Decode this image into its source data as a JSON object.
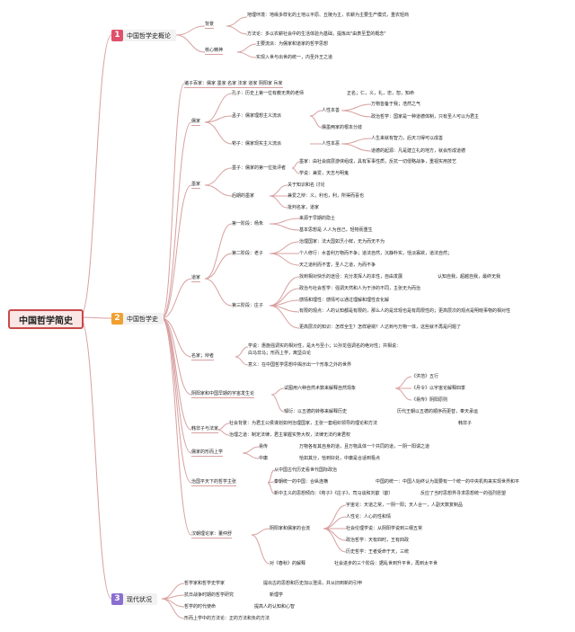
{
  "title": "中国哲学简史",
  "sections": [
    {
      "num": "1",
      "label": "中国哲学史概论",
      "color": "#e0506a"
    },
    {
      "num": "2",
      "label": "中国哲学史",
      "color": "#f0a030"
    },
    {
      "num": "3",
      "label": "现代状况",
      "color": "#8a6fd0"
    }
  ],
  "s1": {
    "beijing": "背景",
    "dili": "地理环境：地缘多样化的土地以平原、丘陵为主，农耕为主要生产模式，重农轻商",
    "fangfa": "方法论：多以农耕社会中的生活体验为基础，提炼出\"由表至里的概念\"",
    "hexin": "核心精神",
    "zhuyao": "主要流派：为儒家和道家的哲学思想",
    "shixian": "实现入世与出世的统一，内圣外王之道"
  },
  "s2": {
    "zhuzi": "诸子百家：儒家 墨家 名家 法家 道家 阴阳家 兵家",
    "rujia": {
      "label": "儒家",
      "kongzi": "孔子：历史上第一位有教无类的老师",
      "kongzi_de": "正名；仁，义，礼，忠，恕，知命",
      "mengzi": "孟子：儒家理想主义流派",
      "xing_shan": "人性本善",
      "wanwu": "万物皆备于我；浩然之气",
      "zhengzhi": "政治哲学：国家是一种道德体制，只有圣人可以为君主",
      "liangpai": "儒墨两家的根本分歧",
      "xunzi": "荀子：儒家现实主义流派",
      "xing_e": "人性本恶",
      "ren_you": "人生来就有智力，后天习得可以成善",
      "daode": "道德的起源：凡是建立礼的地方，就会形成道德"
    },
    "mojia": {
      "label": "墨家",
      "mozi": "墨子：儒家的第一位批评者",
      "mozi_1": "墨家：由社会底层游侠组成，具有军事性质，反抗一切侵略战争，重视实用技艺",
      "mozi_2": "学说：兼爱，天志与明鬼",
      "houqi": "后期的墨家",
      "houqi_1": "关于知识和名 讨论",
      "houqi_2": "兼爱之辩：义，利也，利，所得而喜也",
      "houqi_3": "批判名家，道家"
    },
    "daojia": {
      "label": "道家",
      "yang_title": "第一阶段：杨朱",
      "yang_1": "来源于早期的隐士",
      "yang_2": "基本思想是 人人为自己，轻物而重生",
      "lao_title": "第二阶段：老子",
      "lao_1": "治理国家：法大国如烹小鲜，无为而无不为",
      "lao_2": "个人修行：水善利万物而不争；道法自然，沉静朴实，恬淡寡欲，道法自然；",
      "lao_3": "天之道利而不害，圣人之道，为而不争",
      "zhuang_title": "第三阶段：庄子",
      "zhuang_1": "找到相对快乐的途径：充分发挥人的本性，自由发展",
      "zhuang_1b": "认知自我，超越自我，最终无我",
      "zhuang_2": "政治与社会哲学：强调天然和人为于涉的不同，主张无为而治",
      "zhuang_3": "感情和理性：感情可以通过理解和理性去化解",
      "zhuang_4": "有限的观点：人的认知都是有限的，那么人的是非观也是有局限性的；更高层次的观点是明晓事物的相对性",
      "zhuang_5": "更高层次的知识：怎样全生？怎样避祸？人达到与万物一体，这些就不再是问题了"
    },
    "mingjia": {
      "label": "名家；辩者",
      "xueshuo": "学说：惠施强调实的相对性，是大与至小；公孙龙强调名的绝对性；共相说：",
      "xueshuo_2": "白马非马；形而上学，离坚白论",
      "yiyi": "意义：在中国哲学思想中揭示出一个形象之外的世界"
    },
    "yinyang": {
      "label": "阴阳家和中国早期的宇宙发生论",
      "shijue": "试图用六种自然术数来解释自然现象",
      "hongfan": "《洪范》五行",
      "yueling": "《月令》以宇宙论解释四季",
      "yijing": "《易传》阴阳原则",
      "zouyan": "邹衍：以五德的转移来解释历史",
      "zouyan_b": "历代王朝以五德的顺序而更替，奉天承运"
    },
    "hanfei": {
      "label": "韩非子与法家",
      "shehui": "社会背景：为君主公侯谋划如何治理国家，主张一套组织领导的理论和方法",
      "hanfei": "韩非子",
      "zhili": "治理之道：制定法律，君主掌握实势大权，法律无法约束君权"
    },
    "xingershang": {
      "label": "儒家的形而上学",
      "yizhuan": "易传",
      "yizhuan_b": "万物各有其自身的道，且万物具体一个共同的道，一阴一阳谓之道",
      "zhongyong": "中庸",
      "zhongyong_b": "恰如其分，恰到好处，中庸是合适到极点"
    },
    "zhiguo": {
      "label": "治国平天下的哲学主张",
      "zhiguo_1": "从中国古代历史看世代国际政治",
      "qin": "秦朝统一的中国：合纵连横",
      "qin_b": "中国的统一：中国人始终认为需要有一个统一的中央机构来实现世界和平",
      "xin": "新中主义的思想倾向：《荀子》《庄子》，司马谈和刘歆（歆）",
      "xin_b": "反应了当时思想界寻求思想统一的强烈愿望"
    },
    "dongzhongshu": {
      "label": "汉朝理论家：董仲舒",
      "yinyang_he": "阴阳家和儒家的合流",
      "yuzhou": "宇宙论：天道之常，一阴一阳；天人合一，人副天数复制品",
      "renxing": "人性论：人心的性和情",
      "shehui_z": "社会伦理学说：从阴阳学说到三纲五常",
      "zhengzhi_z": "政治哲学：天有四时，王有四政",
      "lishi": "历史哲学：王者受命于天，三统",
      "chunqiu": "对《春秋》的解释",
      "chunqiu_b": "社会进步的三个阶段：据乱世到升平世，再到太平世"
    }
  },
  "s3": {
    "a": "哲学家和哲学史学家",
    "a_b": "提出古的思想和历史加以澄清，并从旧到新的引申",
    "b": "抗日战争时期的哲学研究",
    "b_b": "新理学",
    "c": "哲学的时代使命",
    "c_b": "提高人的认知和心智",
    "d": "形而上学中的方法论：正的方法和负的方法"
  }
}
